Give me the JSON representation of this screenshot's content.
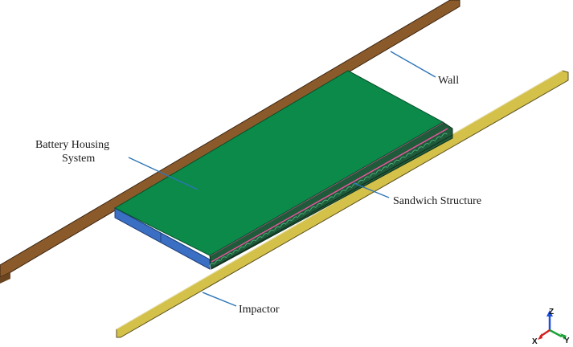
{
  "labels": {
    "wall": "Wall",
    "battery_line1": "Battery Housing",
    "battery_line2": "System",
    "sandwich": "Sandwich Structure",
    "impactor": "Impactor"
  },
  "axes": {
    "z": "Z",
    "x": "X",
    "y": "Y"
  },
  "colors": {
    "wall": "#8B5A2B",
    "impactor": "#D4C14A",
    "battery_top": "#0B8A4A",
    "battery_side": "#3B6FC4",
    "sandwich_dark": "#1F5A3A",
    "sandwich_pink": "#E8559B",
    "leader": "#2E75B6"
  }
}
